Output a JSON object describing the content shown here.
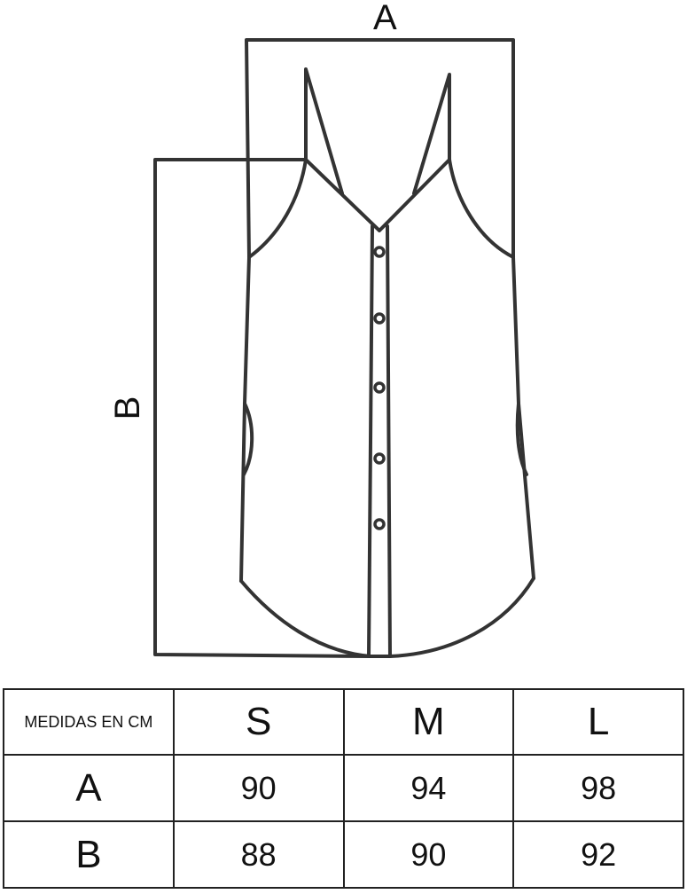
{
  "diagram": {
    "dimension_a_label": "A",
    "dimension_b_label": "B",
    "garment_color": "#333333",
    "button_count": 5
  },
  "table": {
    "corner_label": "MEDIDAS EN CM",
    "sizes": [
      "S",
      "M",
      "L"
    ],
    "rows": [
      {
        "label": "A",
        "values": [
          "90",
          "94",
          "98"
        ]
      },
      {
        "label": "B",
        "values": [
          "88",
          "90",
          "92"
        ]
      }
    ]
  }
}
